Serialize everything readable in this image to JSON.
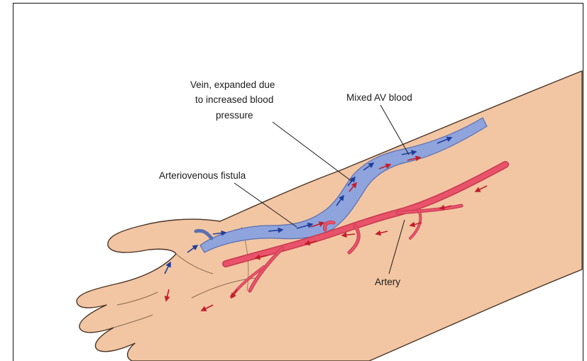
{
  "labels": {
    "vein_line1": "Vein, expanded due",
    "vein_line2": "to increased blood",
    "vein_line3": "pressure",
    "mixed": "Mixed AV blood",
    "fistula": "Arteriovenous fistula",
    "artery": "Artery"
  },
  "colors": {
    "skin": "#f2c6a3",
    "skin_outline": "#4a3526",
    "vein": "#8fa4dc",
    "vein_arrow": "#1f3d9b",
    "artery": "#e8536a",
    "artery_arrow": "#c41d2a"
  }
}
